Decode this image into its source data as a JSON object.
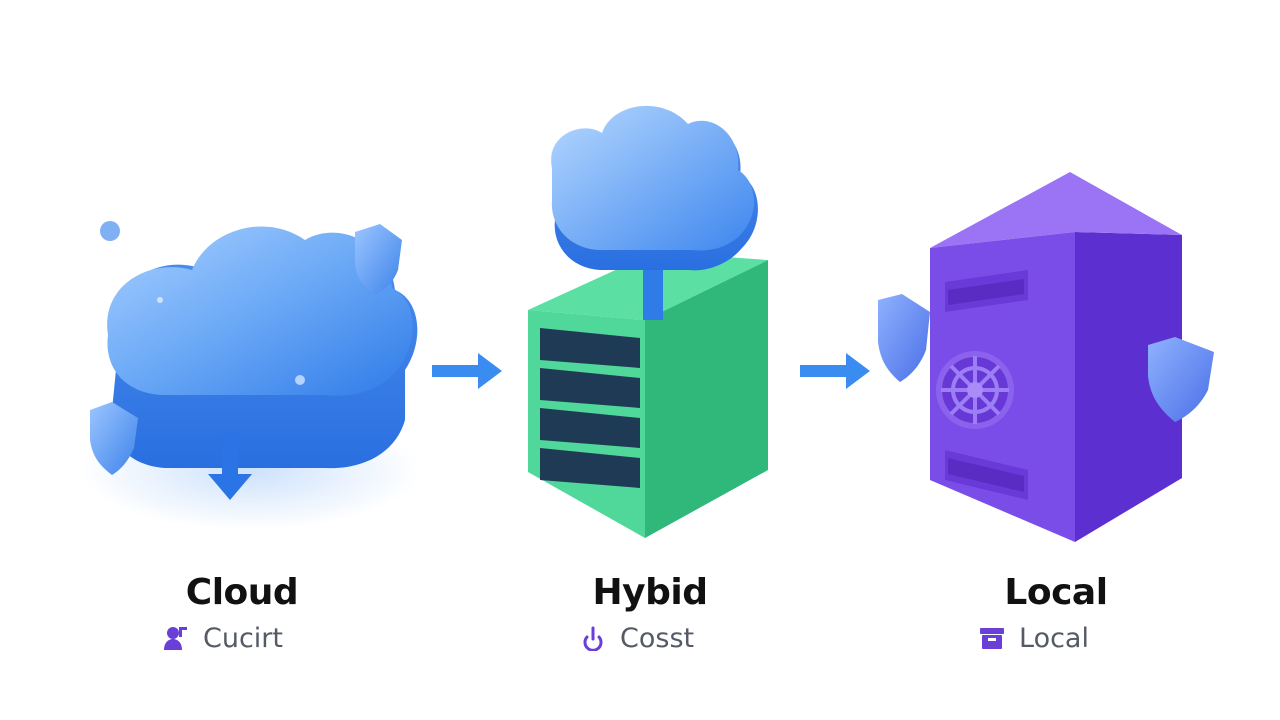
{
  "colors": {
    "cloud": "#4a90f0",
    "hybrid_box": "#45d68f",
    "local_box": "#7b4de8",
    "arrow": "#3b8cf0",
    "label_icon": "#6a3fd8",
    "title_text": "#111111",
    "sub_text": "#555b66"
  },
  "nodes": [
    {
      "title": "Cloud",
      "subtitle": "Cucirt",
      "illustration": "cloud-icon",
      "subtitle_icon": "user-icon"
    },
    {
      "title": "Hybid",
      "subtitle": "Cosst",
      "illustration": "server-with-cloud-icon",
      "subtitle_icon": "power-icon"
    },
    {
      "title": "Local",
      "subtitle": "Local",
      "illustration": "safe-server-icon",
      "subtitle_icon": "archive-box-icon"
    }
  ],
  "connectors": [
    "arrow-right-icon",
    "arrow-right-icon"
  ]
}
